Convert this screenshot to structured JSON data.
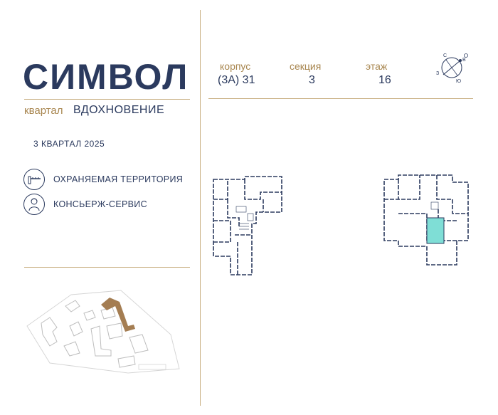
{
  "brand": {
    "logo_text": "СИМВОЛ",
    "quarter_prefix": "квартал",
    "quarter_name": "ВДОХНОВЕНИЕ",
    "completion_date": "3 КВАРТАЛ 2025"
  },
  "features": [
    {
      "icon": "barrier-icon",
      "label": "ОХРАНЯЕМАЯ ТЕРРИТОРИЯ"
    },
    {
      "icon": "concierge-icon",
      "label": "КОНСЬЕРЖ-СЕРВИС"
    }
  ],
  "apartment": {
    "building_label": "корпус",
    "building_value": "(3А) 31",
    "section_label": "секция",
    "section_value": "3",
    "floor_label": "этаж",
    "floor_value": "16"
  },
  "compass": {
    "letters": [
      "С",
      "В",
      "Ю",
      "З"
    ]
  },
  "colors": {
    "navy": "#2b3a5e",
    "gold": "#a8864f",
    "highlight": "#7fded6",
    "building_highlight": "#a47d52"
  }
}
